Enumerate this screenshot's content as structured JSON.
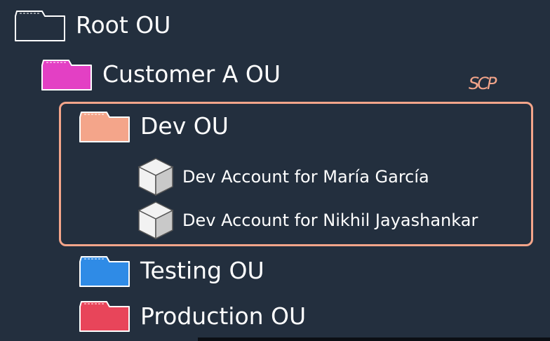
{
  "colors": {
    "background": "#232f3e",
    "root_folder": "#232f3e",
    "customer_folder": "#e340c4",
    "dev_folder": "#f4a58a",
    "testing_folder": "#2f8be6",
    "production_folder": "#e8455a",
    "scp_outline": "#f4a58a",
    "cube_light": "#f2f2f2",
    "cube_shade": "#c9c9c9"
  },
  "tree": {
    "root_label": "Root OU",
    "customer_label": "Customer A OU",
    "dev_label": "Dev OU",
    "accounts": [
      {
        "label": "Dev Account for María García",
        "icon": "cube-icon"
      },
      {
        "label": "Dev Account for Nikhil Jayashankar",
        "icon": "cube-icon"
      }
    ],
    "testing_label": "Testing OU",
    "production_label": "Production OU"
  },
  "scp": {
    "tag": "SCP"
  }
}
